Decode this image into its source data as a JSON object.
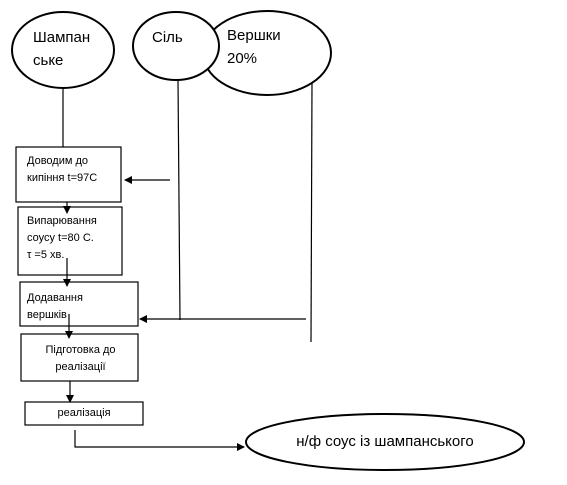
{
  "inputs": {
    "champagne": "Шампан\nське",
    "salt": "Сіль",
    "cream": "Вершки\n20%"
  },
  "steps": {
    "boil": "Доводим до\nкипіння t=97С",
    "evaporate": "Випарювання\nсоусу t=80 С.\nτ =5 хв.",
    "add_cream": "Додавання\nвершків",
    "prepare": "Підготовка до\nреалізації",
    "sell": "реалізація"
  },
  "output": {
    "product": "н/ф соус із шампанського"
  }
}
